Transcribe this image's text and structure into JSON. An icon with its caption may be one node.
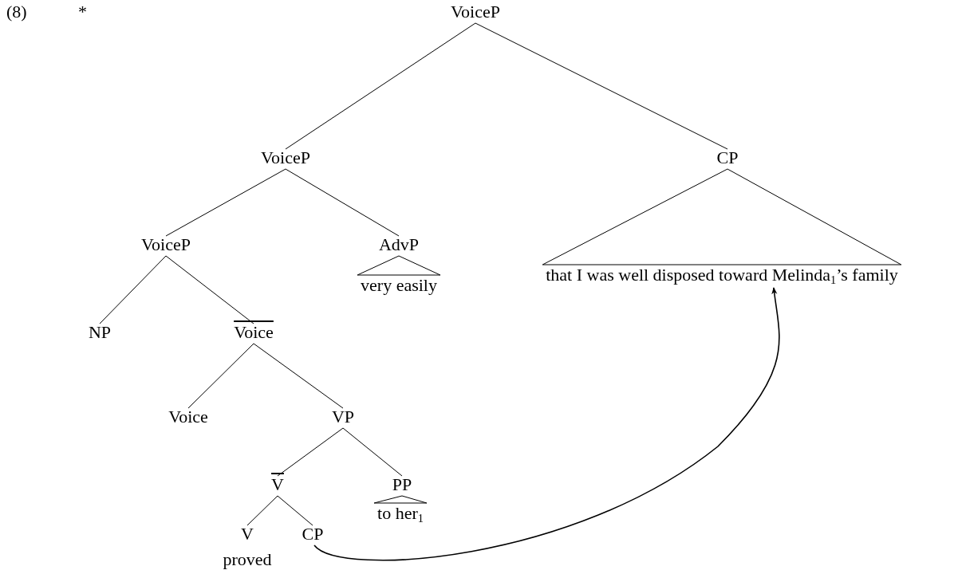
{
  "diagram": {
    "nodes": [
      {
        "text": [
          "VoiceP"
        ]
      },
      {
        "text": [
          "VoiceP"
        ]
      },
      {
        "text": [
          "CP"
        ]
      },
      {
        "text": [
          "VoiceP"
        ]
      },
      {
        "text": [
          "AdvP"
        ]
      },
      {
        "text": [
          "that I was well disposed toward Melinda$_{1}$’s family"
        ]
      },
      {
        "text": [
          "NP"
        ]
      },
      {
        "text": [
          "Voice"
        ]
      },
      {
        "text": [
          "very easily"
        ]
      },
      {
        "text": [
          "Voice"
        ]
      },
      {
        "text": [
          "VP"
        ]
      },
      {
        "text": [
          "V"
        ]
      },
      {
        "text": [
          "PP"
        ]
      },
      {
        "text": [
          "to her$_{1}$"
        ]
      },
      {
        "text": [
          "V"
        ],
        "beside": [
          "proved"
        ]
      },
      {
        "text": [
          "CP"
        ]
      }
    ],
    "edges": [
      {
        "from": 0,
        "to": 1,
        "arrow": "none"
      },
      {
        "from": 0,
        "to": 2,
        "arrow": "none"
      },
      {
        "from": 1,
        "to": 3,
        "arrow": "none"
      },
      {
        "from": 1,
        "to": 4,
        "arrow": "none"
      },
      {
        "from": 2,
        "to": 5,
        "arrow": "none"
      },
      {
        "from": 3,
        "to": 6,
        "arrow": "none"
      },
      {
        "from": 3,
        "to": 7,
        "arrow": "none"
      },
      {
        "from": 4,
        "to": 8,
        "arrow": "none"
      },
      {
        "from": 7,
        "to": 9,
        "arrow": "none"
      },
      {
        "from": 7,
        "to": 10,
        "arrow": "none"
      },
      {
        "from": 10,
        "to": 11,
        "arrow": "none"
      },
      {
        "from": 10,
        "to": 12,
        "arrow": "none"
      },
      {
        "from": 12,
        "to": 13,
        "arrow": "none"
      },
      {
        "from": 11,
        "to": 14,
        "arrow": "none"
      },
      {
        "from": 11,
        "to": 15,
        "arrow": "none"
      },
      {
        "from": 15,
        "to": 5,
        "arrow": "to"
      }
    ],
    "labels": [
      "(8)",
      "*"
    ]
  }
}
